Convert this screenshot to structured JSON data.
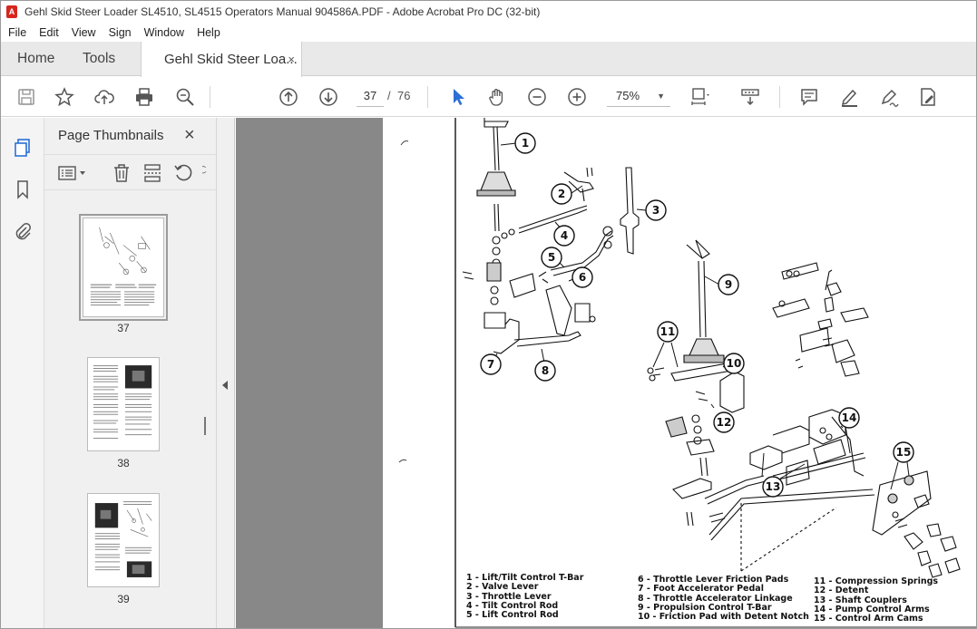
{
  "window": {
    "title": "Gehl Skid Steer Loader SL4510, SL4515 Operators Manual 904586A.PDF - Adobe Acrobat Pro DC (32-bit)"
  },
  "menu": [
    "File",
    "Edit",
    "View",
    "Sign",
    "Window",
    "Help"
  ],
  "tabs": {
    "home": "Home",
    "tools": "Tools",
    "document": "Gehl Skid Steer Loa...",
    "close": "×"
  },
  "toolbar": {
    "current_page": "37",
    "page_separator": "/",
    "total_pages": "76",
    "zoom": "75%",
    "zoom_caret": "▼"
  },
  "thumbnails_panel": {
    "title": "Page Thumbnails",
    "close": "×",
    "pages": [
      {
        "label": "37",
        "selected": true
      },
      {
        "label": "38",
        "selected": false
      },
      {
        "label": "39",
        "selected": false
      }
    ]
  },
  "diagram": {
    "callouts": [
      "1",
      "2",
      "3",
      "4",
      "5",
      "6",
      "7",
      "8",
      "9",
      "10",
      "11",
      "12",
      "13",
      "14",
      "15"
    ],
    "legend_col1": [
      "1 - Lift/Tilt Control T-Bar",
      "2 - Valve Lever",
      "3 - Throttle Lever",
      "4 - Tilt Control Rod",
      "5 - Lift Control Rod"
    ],
    "legend_col2": [
      "6 - Throttle Lever Friction Pads",
      "7 - Foot Accelerator Pedal",
      "8 - Throttle Accelerator Linkage",
      "9 - Propulsion  Control T-Bar",
      "10 - Friction Pad with Detent Notch"
    ],
    "legend_col3": [
      "11 - Compression Springs",
      "12 - Detent",
      "13 - Shaft Couplers",
      "14 - Pump Control Arms",
      "15 - Control Arm Cams"
    ]
  }
}
